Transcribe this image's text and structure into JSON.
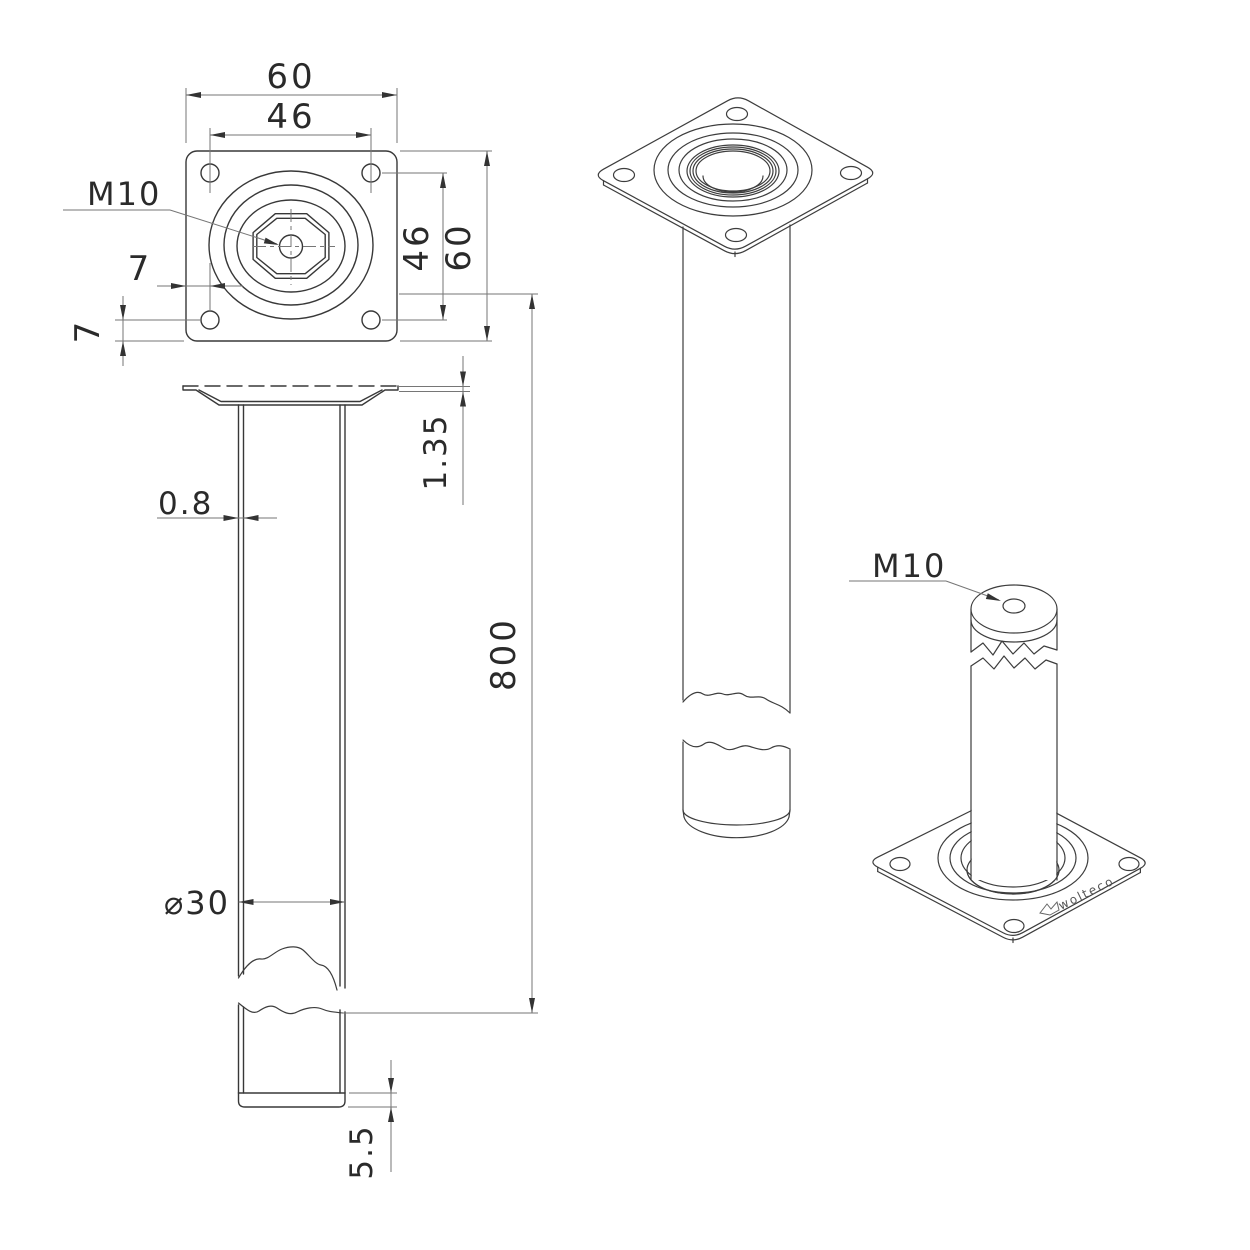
{
  "app": {
    "type": "technical-drawing",
    "background": "#ffffff",
    "line_color": "#383838",
    "dim_line_color": "#767676",
    "text_color": "#2a2a2a"
  },
  "plan_view": {
    "thread_label": "M10",
    "dim_plate_width": "60",
    "dim_hole_spacing_top": "46",
    "dim_hole_spacing_right": "46",
    "dim_plate_height": "60",
    "dim_hole_offset_horizontal": "7",
    "dim_hole_offset_vertical": "7"
  },
  "front_view": {
    "dim_sheet_thickness": "1.35",
    "dim_tube_wall": "0.8",
    "dim_leg_length": "800",
    "dim_tube_diameter": "⌀30",
    "dim_cap_height": "5.5"
  },
  "iso_views": {
    "thread_label": "M10",
    "brand_label": "wolteco"
  }
}
